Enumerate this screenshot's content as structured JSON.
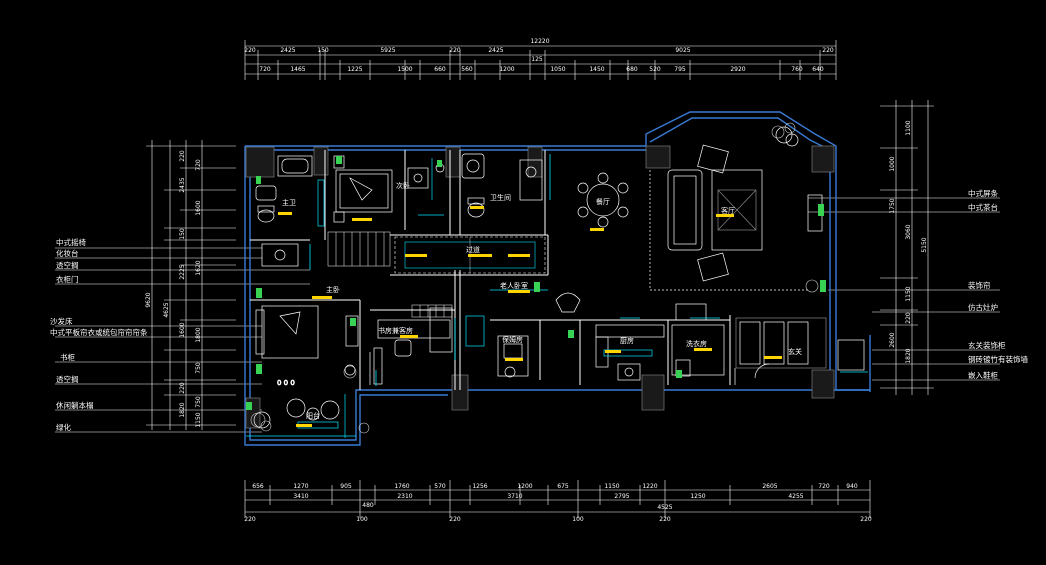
{
  "drawing": {
    "background": "#000000",
    "wall_color": "#3a7bd5",
    "dim_color": "#ffffff",
    "furniture_color": "#ffffff",
    "accent_cyan": "#00e5ff",
    "accent_yellow": "#ffd500",
    "accent_green": "#39d353"
  },
  "dims": {
    "top_total": "12220",
    "top_row1": [
      "220",
      "2425",
      "150",
      "5925",
      "220",
      "2425",
      "9025",
      "220"
    ],
    "top_row2": [
      "720",
      "1465",
      "1225",
      "1500",
      "660",
      "560",
      "1200",
      "1050",
      "1450",
      "680",
      "520",
      "795",
      "2920",
      "760",
      "640"
    ],
    "top_extra": "125",
    "left_outer": [
      "9620",
      "4625"
    ],
    "left_row1": [
      "220",
      "2435",
      "150",
      "2225",
      "1600",
      "220",
      "1820",
      "1150"
    ],
    "left_row2": [
      "720",
      "1600",
      "1620",
      "1800",
      "750",
      "750"
    ],
    "right_outer": [
      "5150"
    ],
    "right_row1": [
      "1100",
      "3060",
      "1150",
      "220",
      "1820"
    ],
    "right_row2": [
      "1000",
      "1750",
      "2600"
    ],
    "bottom_row1": [
      "656",
      "1270",
      "905",
      "1760",
      "570",
      "1256",
      "1200",
      "675",
      "1150",
      "1220",
      "2605",
      "720",
      "940"
    ],
    "bottom_row2": [
      "3410",
      "480",
      "2310",
      "3710",
      "2795",
      "1250",
      "4255"
    ],
    "bottom_row3": [
      "220",
      "100",
      "220",
      "100",
      "4525",
      "220",
      "220"
    ]
  },
  "labels_left": [
    "中式摇椅",
    "化妆台",
    "透空搁",
    "衣柜门",
    "沙发床",
    "中式平板帘衣或统包帘帘帘条",
    "书柜",
    "透空搁",
    "休闲躺本榻",
    "绿化"
  ],
  "labels_right": [
    "中式屏条",
    "中式茶台",
    "装饰帘",
    "仿古灶炉",
    "玄关装饰柜",
    "钢砖镀竹有装饰墙",
    "嵌入鞋柜"
  ],
  "rooms": {
    "ensuite": "主卫",
    "secondary_bed": "次卧",
    "guest_bath": "卫生间",
    "dining": "餐厅",
    "living": "客厅",
    "corridor": "过道",
    "master": "主卧",
    "elder": "老人卧室",
    "study": "书房兼客房",
    "nanny": "保姆房",
    "kitchen": "厨房",
    "laundry": "洗衣房",
    "foyer": "玄关",
    "balcony": "阳台"
  }
}
